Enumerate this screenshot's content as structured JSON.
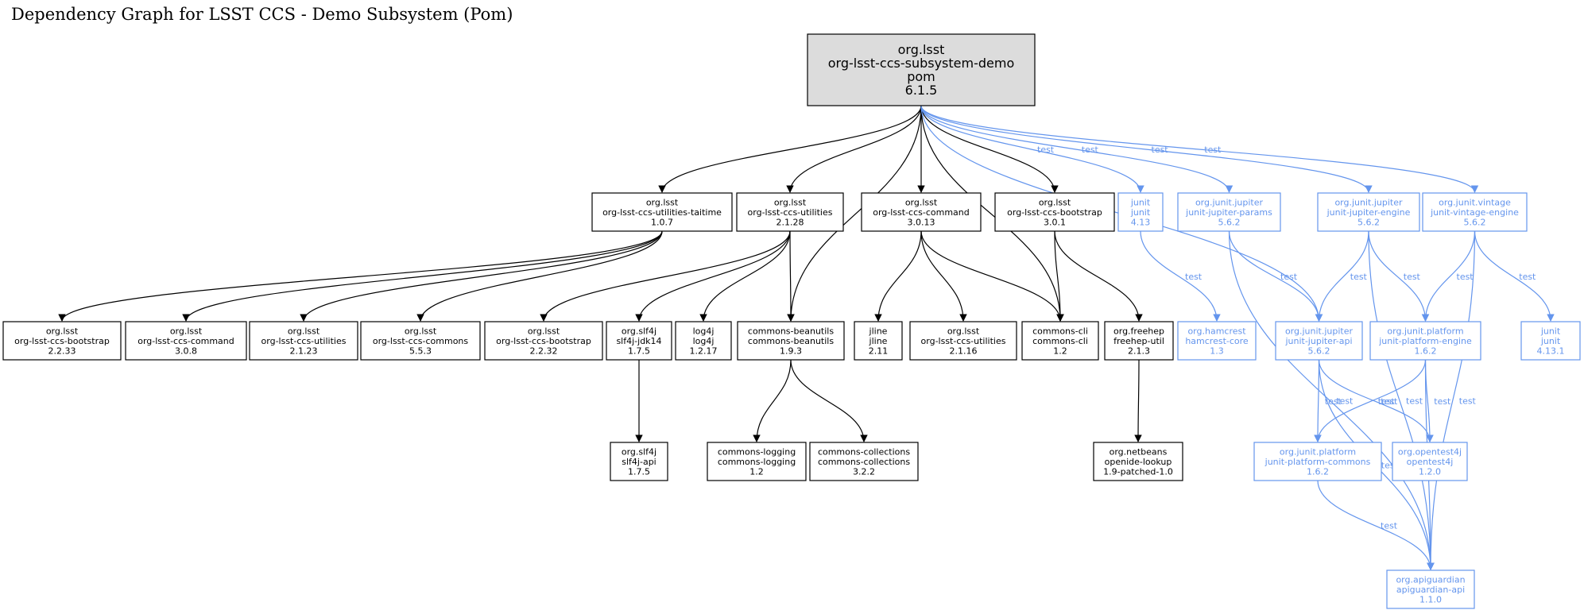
{
  "title": "Dependency Graph for LSST CCS - Demo Subsystem (Pom)",
  "colors": {
    "dependency": "#000000",
    "test": "#6495ed",
    "root_fill": "#dcdcdc"
  },
  "edge_label_test": "test",
  "nodes": {
    "root": {
      "group": "org.lsst",
      "artifact": "org-lsst-ccs-subsystem-demo",
      "type": "pom",
      "version": "6.1.5",
      "scope": "root"
    },
    "taitime": {
      "group": "org.lsst",
      "artifact": "org-lsst-ccs-utilities-taitime",
      "version": "1.0.7",
      "scope": "compile"
    },
    "utilities2128": {
      "group": "org.lsst",
      "artifact": "org-lsst-ccs-utilities",
      "version": "2.1.28",
      "scope": "compile"
    },
    "command3013": {
      "group": "org.lsst",
      "artifact": "org-lsst-ccs-command",
      "version": "3.0.13",
      "scope": "compile"
    },
    "bootstrap301": {
      "group": "org.lsst",
      "artifact": "org-lsst-ccs-bootstrap",
      "version": "3.0.1",
      "scope": "compile"
    },
    "junit413": {
      "group": "junit",
      "artifact": "junit",
      "version": "4.13",
      "scope": "test"
    },
    "jupiterParams": {
      "group": "org.junit.jupiter",
      "artifact": "junit-jupiter-params",
      "version": "5.6.2",
      "scope": "test"
    },
    "jupiterEngine": {
      "group": "org.junit.jupiter",
      "artifact": "junit-jupiter-engine",
      "version": "5.6.2",
      "scope": "test"
    },
    "vintageEngine": {
      "group": "org.junit.vintage",
      "artifact": "junit-vintage-engine",
      "version": "5.6.2",
      "scope": "test"
    },
    "bootstrap2233": {
      "group": "org.lsst",
      "artifact": "org-lsst-ccs-bootstrap",
      "version": "2.2.33",
      "scope": "compile"
    },
    "command308": {
      "group": "org.lsst",
      "artifact": "org-lsst-ccs-command",
      "version": "3.0.8",
      "scope": "compile"
    },
    "utilities2123": {
      "group": "org.lsst",
      "artifact": "org-lsst-ccs-utilities",
      "version": "2.1.23",
      "scope": "compile"
    },
    "commons553": {
      "group": "org.lsst",
      "artifact": "org-lsst-ccs-commons",
      "version": "5.5.3",
      "scope": "compile"
    },
    "bootstrap2232": {
      "group": "org.lsst",
      "artifact": "org-lsst-ccs-bootstrap",
      "version": "2.2.32",
      "scope": "compile"
    },
    "slf4jJdk14": {
      "group": "org.slf4j",
      "artifact": "slf4j-jdk14",
      "version": "1.7.5",
      "scope": "compile"
    },
    "log4j": {
      "group": "log4j",
      "artifact": "log4j",
      "version": "1.2.17",
      "scope": "compile"
    },
    "beanutils": {
      "group": "commons-beanutils",
      "artifact": "commons-beanutils",
      "version": "1.9.3",
      "scope": "compile"
    },
    "jline": {
      "group": "jline",
      "artifact": "jline",
      "version": "2.11",
      "scope": "compile"
    },
    "utilities2116": {
      "group": "org.lsst",
      "artifact": "org-lsst-ccs-utilities",
      "version": "2.1.16",
      "scope": "compile"
    },
    "commonsCli": {
      "group": "commons-cli",
      "artifact": "commons-cli",
      "version": "1.2",
      "scope": "compile"
    },
    "freehep": {
      "group": "org.freehep",
      "artifact": "freehep-util",
      "version": "2.1.3",
      "scope": "compile"
    },
    "hamcrest": {
      "group": "org.hamcrest",
      "artifact": "hamcrest-core",
      "version": "1.3",
      "scope": "test"
    },
    "jupiterApi": {
      "group": "org.junit.jupiter",
      "artifact": "junit-jupiter-api",
      "version": "5.6.2",
      "scope": "test"
    },
    "platformEngine": {
      "group": "org.junit.platform",
      "artifact": "junit-platform-engine",
      "version": "1.6.2",
      "scope": "test"
    },
    "junit4131": {
      "group": "junit",
      "artifact": "junit",
      "version": "4.13.1",
      "scope": "test"
    },
    "slf4jApi": {
      "group": "org.slf4j",
      "artifact": "slf4j-api",
      "version": "1.7.5",
      "scope": "compile"
    },
    "commonsLogging": {
      "group": "commons-logging",
      "artifact": "commons-logging",
      "version": "1.2",
      "scope": "compile"
    },
    "commonsCollections": {
      "group": "commons-collections",
      "artifact": "commons-collections",
      "version": "3.2.2",
      "scope": "compile"
    },
    "openide": {
      "group": "org.netbeans",
      "artifact": "openide-lookup",
      "version": "1.9-patched-1.0",
      "scope": "compile"
    },
    "platformCommons": {
      "group": "org.junit.platform",
      "artifact": "junit-platform-commons",
      "version": "1.6.2",
      "scope": "test"
    },
    "opentest4j": {
      "group": "org.opentest4j",
      "artifact": "opentest4j",
      "version": "1.2.0",
      "scope": "test"
    },
    "apiguardian": {
      "group": "org.apiguardian",
      "artifact": "apiguardian-api",
      "version": "1.1.0",
      "scope": "test"
    }
  },
  "edges": [
    {
      "from": "root",
      "to": "taitime",
      "scope": "compile"
    },
    {
      "from": "root",
      "to": "utilities2128",
      "scope": "compile"
    },
    {
      "from": "root",
      "to": "beanutils",
      "scope": "compile"
    },
    {
      "from": "root",
      "to": "command3013",
      "scope": "compile"
    },
    {
      "from": "root",
      "to": "commonsCli",
      "scope": "compile"
    },
    {
      "from": "root",
      "to": "bootstrap301",
      "scope": "compile"
    },
    {
      "from": "root",
      "to": "junit413",
      "scope": "test"
    },
    {
      "from": "root",
      "to": "jupiterParams",
      "scope": "test"
    },
    {
      "from": "root",
      "to": "jupiterApi",
      "scope": "test"
    },
    {
      "from": "root",
      "to": "jupiterEngine",
      "scope": "test"
    },
    {
      "from": "root",
      "to": "vintageEngine",
      "scope": "test"
    },
    {
      "from": "taitime",
      "to": "bootstrap2233",
      "scope": "compile"
    },
    {
      "from": "taitime",
      "to": "command308",
      "scope": "compile"
    },
    {
      "from": "taitime",
      "to": "utilities2123",
      "scope": "compile"
    },
    {
      "from": "taitime",
      "to": "commons553",
      "scope": "compile"
    },
    {
      "from": "utilities2128",
      "to": "bootstrap2232",
      "scope": "compile"
    },
    {
      "from": "utilities2128",
      "to": "slf4jJdk14",
      "scope": "compile"
    },
    {
      "from": "utilities2128",
      "to": "log4j",
      "scope": "compile"
    },
    {
      "from": "utilities2128",
      "to": "beanutils",
      "scope": "compile"
    },
    {
      "from": "command3013",
      "to": "jline",
      "scope": "compile"
    },
    {
      "from": "command3013",
      "to": "utilities2116",
      "scope": "compile"
    },
    {
      "from": "command3013",
      "to": "commonsCli",
      "scope": "compile"
    },
    {
      "from": "bootstrap301",
      "to": "commonsCli",
      "scope": "compile"
    },
    {
      "from": "bootstrap301",
      "to": "freehep",
      "scope": "compile"
    },
    {
      "from": "junit413",
      "to": "hamcrest",
      "scope": "test"
    },
    {
      "from": "jupiterParams",
      "to": "jupiterApi",
      "scope": "test"
    },
    {
      "from": "jupiterParams",
      "to": "apiguardian",
      "scope": "test"
    },
    {
      "from": "jupiterEngine",
      "to": "jupiterApi",
      "scope": "test"
    },
    {
      "from": "jupiterEngine",
      "to": "platformEngine",
      "scope": "test"
    },
    {
      "from": "jupiterEngine",
      "to": "apiguardian",
      "scope": "test"
    },
    {
      "from": "vintageEngine",
      "to": "platformEngine",
      "scope": "test"
    },
    {
      "from": "vintageEngine",
      "to": "junit4131",
      "scope": "test"
    },
    {
      "from": "vintageEngine",
      "to": "apiguardian",
      "scope": "test"
    },
    {
      "from": "slf4jJdk14",
      "to": "slf4jApi",
      "scope": "compile"
    },
    {
      "from": "beanutils",
      "to": "commonsLogging",
      "scope": "compile"
    },
    {
      "from": "beanutils",
      "to": "commonsCollections",
      "scope": "compile"
    },
    {
      "from": "freehep",
      "to": "openide",
      "scope": "compile"
    },
    {
      "from": "jupiterApi",
      "to": "platformCommons",
      "scope": "test"
    },
    {
      "from": "jupiterApi",
      "to": "opentest4j",
      "scope": "test"
    },
    {
      "from": "jupiterApi",
      "to": "apiguardian",
      "scope": "test"
    },
    {
      "from": "platformEngine",
      "to": "platformCommons",
      "scope": "test"
    },
    {
      "from": "platformEngine",
      "to": "opentest4j",
      "scope": "test"
    },
    {
      "from": "platformEngine",
      "to": "apiguardian",
      "scope": "test"
    },
    {
      "from": "platformCommons",
      "to": "apiguardian",
      "scope": "test"
    }
  ]
}
